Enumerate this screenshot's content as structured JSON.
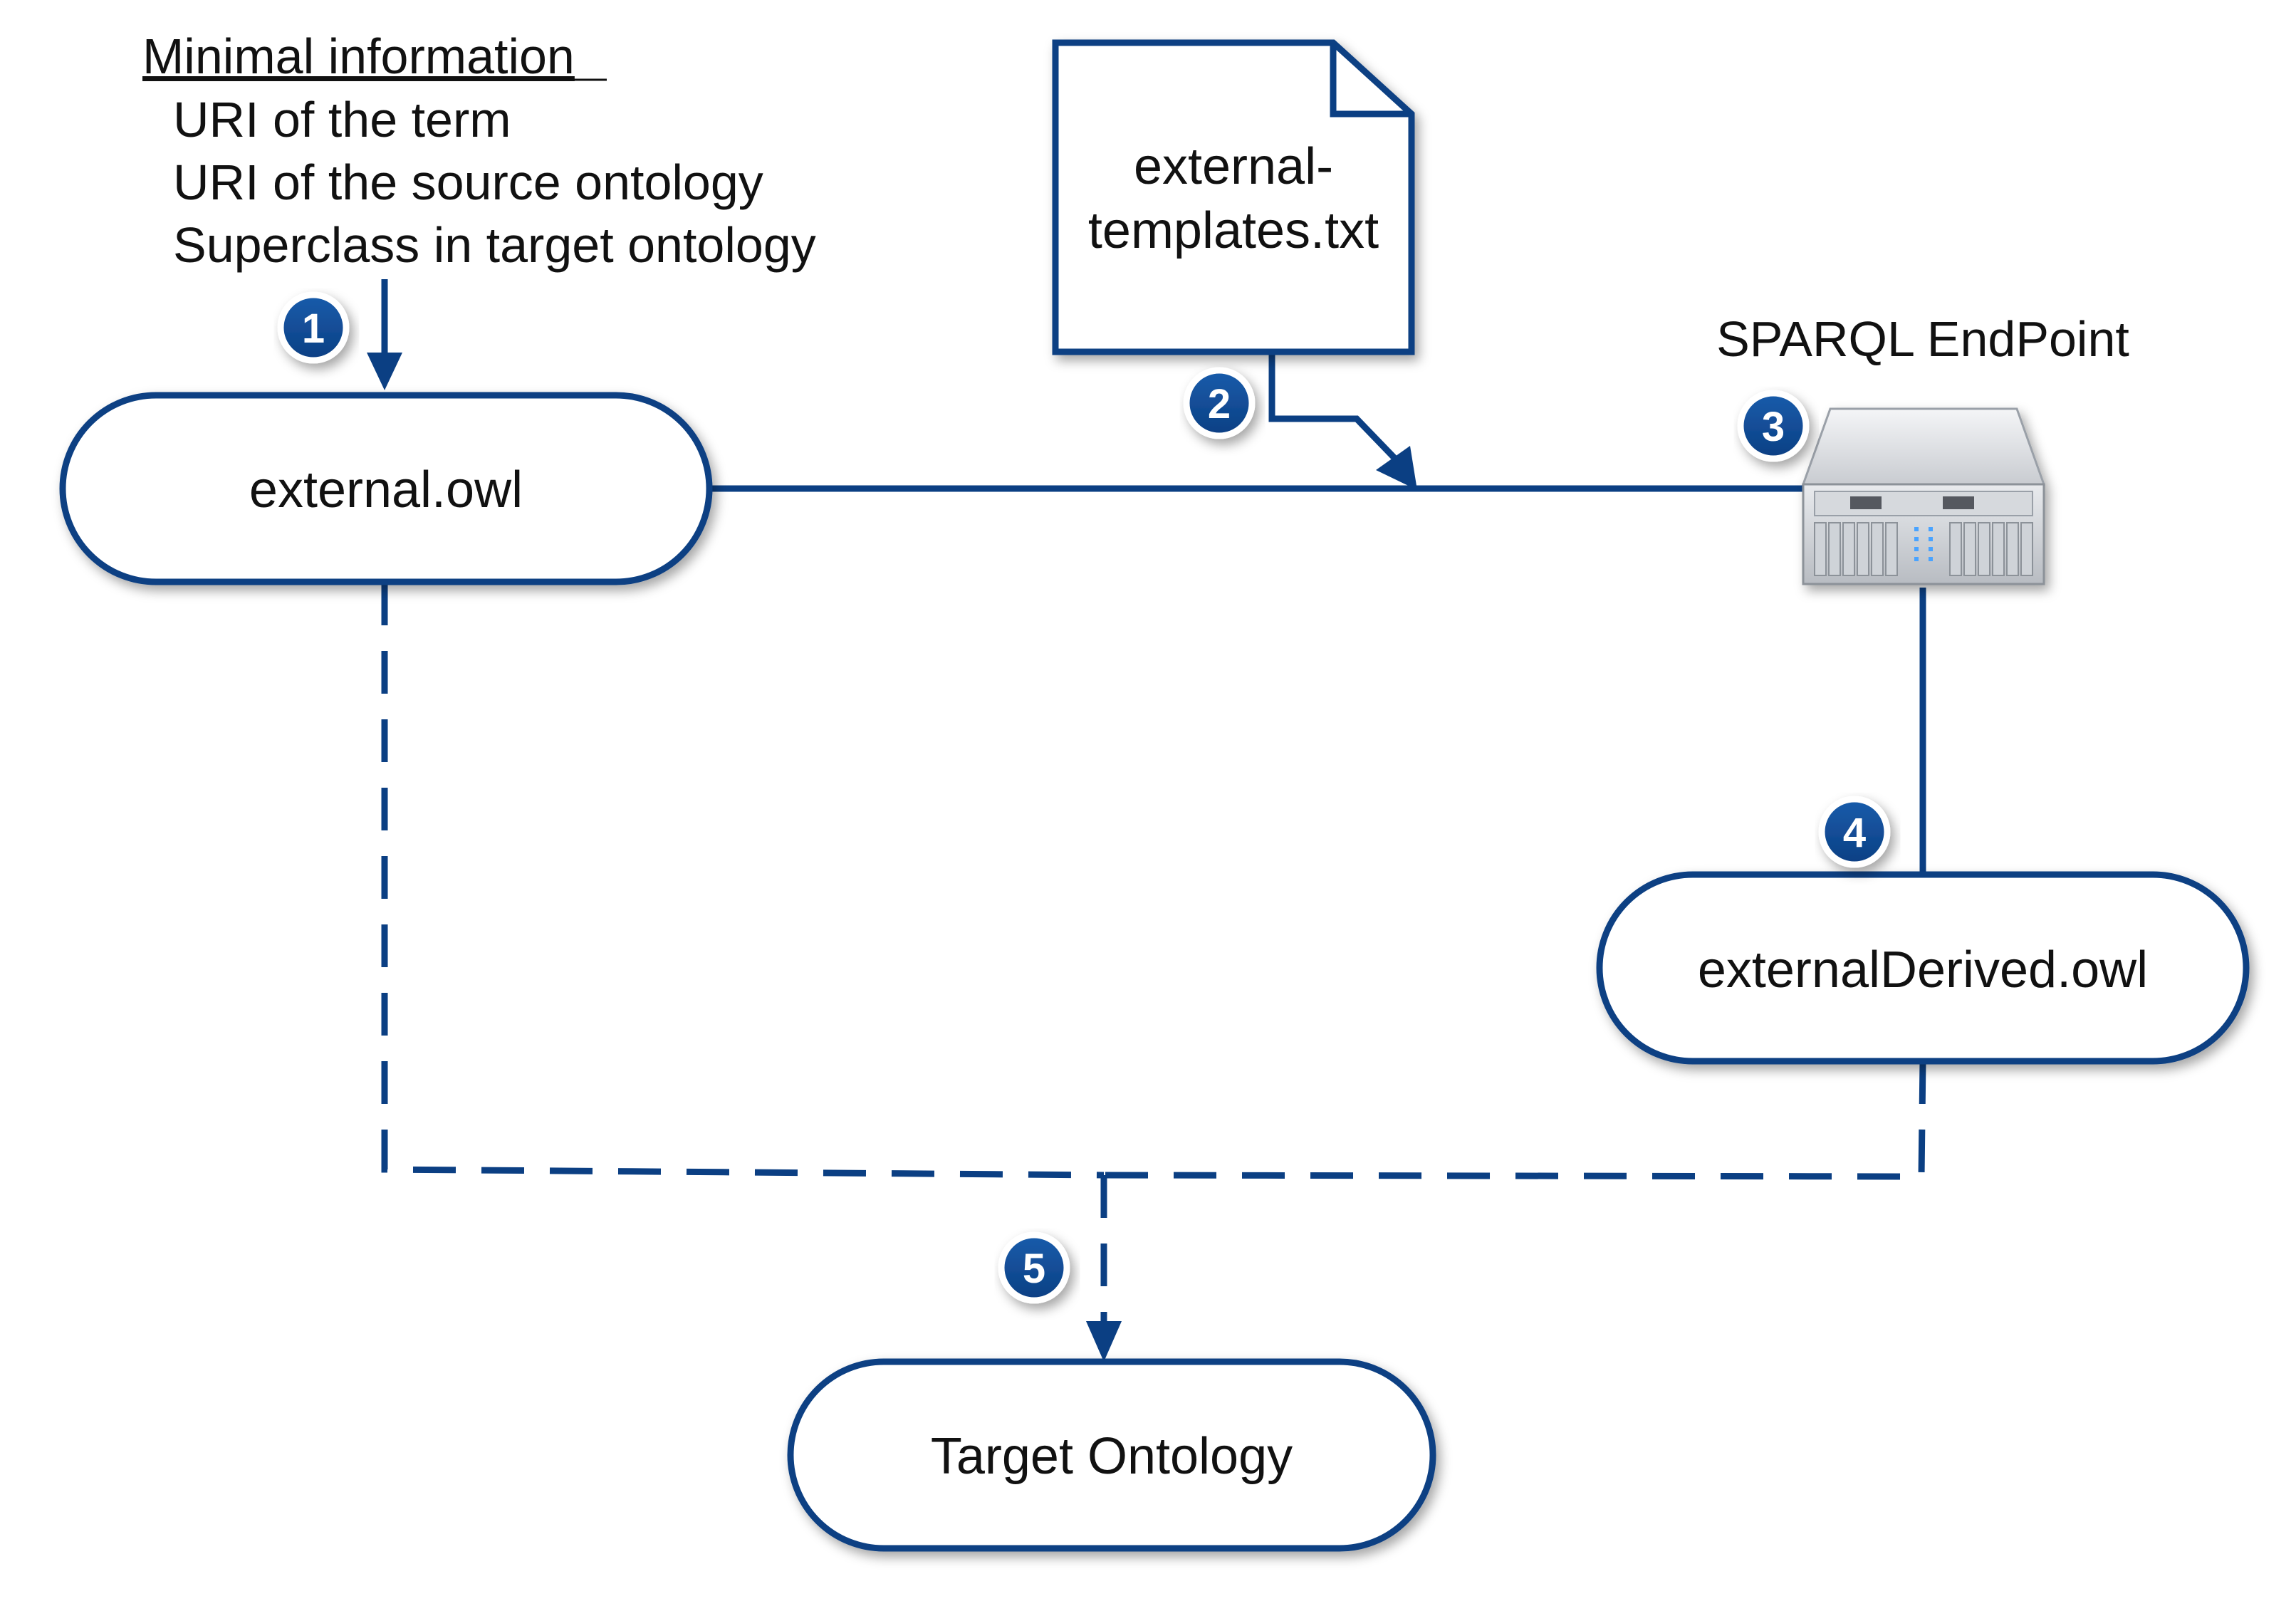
{
  "colors": {
    "accent": "#0b3f83",
    "badge_fill": "#0b3f83",
    "node_fill": "#ffffff",
    "text": "#111111"
  },
  "info_note": {
    "heading": "Minimal information",
    "lines": [
      "URI of the term",
      "URI of the source ontology",
      "Superclass in target ontology"
    ]
  },
  "nodes": {
    "external_owl": "external.owl",
    "external_derived": "externalDerived.owl",
    "target_ontology": "Target Ontology"
  },
  "template_file": {
    "line1": "external-",
    "line2": "templates.txt",
    "icon": "document-icon"
  },
  "server": {
    "label": "SPARQL EndPoint",
    "icon": "server-icon"
  },
  "steps": [
    "1",
    "2",
    "3",
    "4",
    "5"
  ]
}
